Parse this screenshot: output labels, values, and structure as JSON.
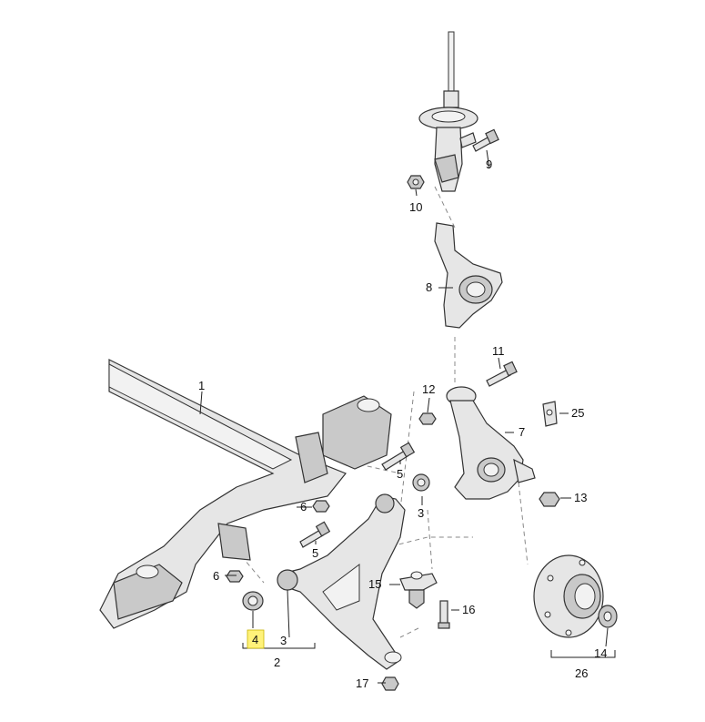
{
  "callouts": {
    "c1": "1",
    "c2": "2",
    "c3a": "3",
    "c3b": "3",
    "c4": "4",
    "c5a": "5",
    "c5b": "5",
    "c6a": "6",
    "c6b": "6",
    "c7": "7",
    "c8": "8",
    "c9": "9",
    "c10": "10",
    "c11": "11",
    "c12": "12",
    "c13": "13",
    "c14": "14",
    "c15": "15",
    "c16": "16",
    "c17": "17",
    "c25": "25",
    "c26": "26"
  },
  "highlight": {
    "callout": "4",
    "color": "#fff27a"
  },
  "colors": {
    "part_fill": "#e6e6e6",
    "line": "#333333"
  }
}
